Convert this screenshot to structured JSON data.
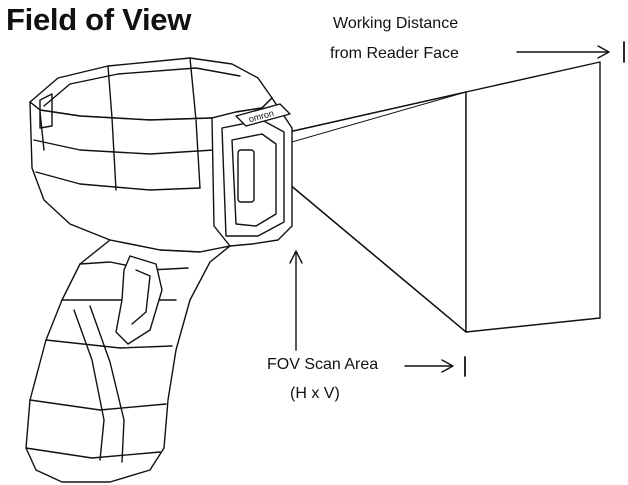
{
  "figure": {
    "title": "Field of View",
    "working_distance": {
      "line1": "Working Distance",
      "line2": "from Reader Face"
    },
    "scan_area": {
      "line1": "FOV Scan Area",
      "line2": "(H x V)"
    },
    "brand": "omron",
    "colors": {
      "ink": "#111111",
      "background": "#ffffff"
    }
  }
}
